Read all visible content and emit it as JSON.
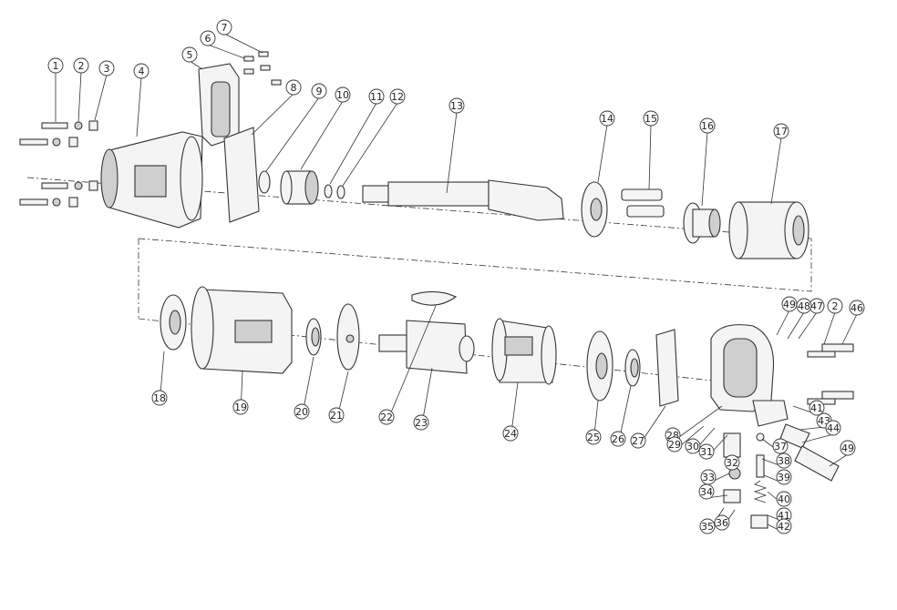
{
  "diagram": {
    "callouts": [
      {
        "id": "c1",
        "label": "1"
      },
      {
        "id": "c2",
        "label": "2"
      },
      {
        "id": "c3",
        "label": "3"
      },
      {
        "id": "c4",
        "label": "4"
      },
      {
        "id": "c5",
        "label": "5"
      },
      {
        "id": "c6",
        "label": "6"
      },
      {
        "id": "c7",
        "label": "7"
      },
      {
        "id": "c8",
        "label": "8"
      },
      {
        "id": "c9",
        "label": "9"
      },
      {
        "id": "c10",
        "label": "10"
      },
      {
        "id": "c11",
        "label": "11"
      },
      {
        "id": "c12",
        "label": "12"
      },
      {
        "id": "c13",
        "label": "13"
      },
      {
        "id": "c14",
        "label": "14"
      },
      {
        "id": "c15",
        "label": "15"
      },
      {
        "id": "c16",
        "label": "16"
      },
      {
        "id": "c17",
        "label": "17"
      },
      {
        "id": "c18",
        "label": "18"
      },
      {
        "id": "c19",
        "label": "19"
      },
      {
        "id": "c20",
        "label": "20"
      },
      {
        "id": "c21",
        "label": "21"
      },
      {
        "id": "c22",
        "label": "22"
      },
      {
        "id": "c23",
        "label": "23"
      },
      {
        "id": "c24",
        "label": "24"
      },
      {
        "id": "c25",
        "label": "25"
      },
      {
        "id": "c26",
        "label": "26"
      },
      {
        "id": "c27",
        "label": "27"
      },
      {
        "id": "c28",
        "label": "28"
      },
      {
        "id": "c29",
        "label": "29"
      },
      {
        "id": "c30",
        "label": "30"
      },
      {
        "id": "c31",
        "label": "31"
      },
      {
        "id": "c32",
        "label": "32"
      },
      {
        "id": "c33",
        "label": "33"
      },
      {
        "id": "c34",
        "label": "34"
      },
      {
        "id": "c35",
        "label": "35"
      },
      {
        "id": "c36",
        "label": "36"
      },
      {
        "id": "c37",
        "label": "37"
      },
      {
        "id": "c38",
        "label": "38"
      },
      {
        "id": "c39",
        "label": "39"
      },
      {
        "id": "c40",
        "label": "40"
      },
      {
        "id": "c41",
        "label": "41"
      },
      {
        "id": "c42",
        "label": "42"
      },
      {
        "id": "c43",
        "label": "43"
      },
      {
        "id": "c44",
        "label": "44"
      },
      {
        "id": "c46",
        "label": "46"
      },
      {
        "id": "c2b",
        "label": "2"
      },
      {
        "id": "c47",
        "label": "47"
      },
      {
        "id": "c48",
        "label": "48"
      },
      {
        "id": "c49a",
        "label": "49"
      },
      {
        "id": "c41b",
        "label": "41"
      },
      {
        "id": "c49b",
        "label": "49"
      }
    ]
  }
}
